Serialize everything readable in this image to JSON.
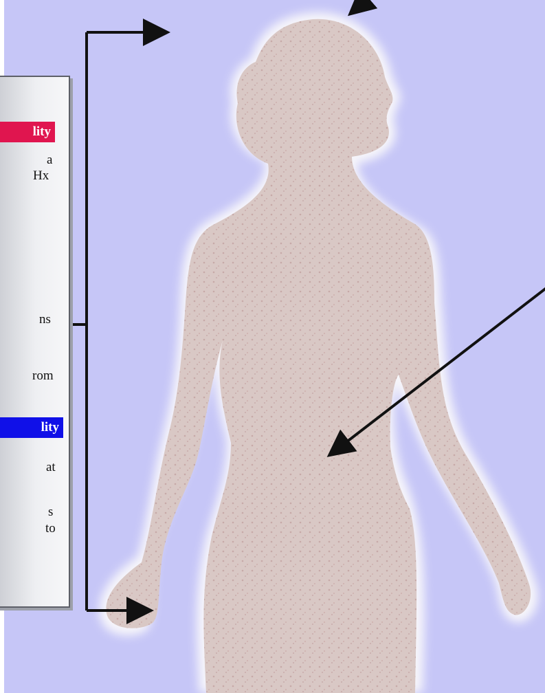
{
  "colors": {
    "background": "#c6c6f7",
    "silhouette_fill": "#d8c8c6",
    "silhouette_glow": "#f5f4f7",
    "highlight_red": "#e0154f",
    "highlight_blue": "#1010e8",
    "arrow": "#111111"
  },
  "panel": {
    "header_red": "lity",
    "red_lines": [
      "a",
      "Hx"
    ],
    "mid_lines": [
      "ns",
      "rom"
    ],
    "header_blue": "lity",
    "blue_lines": [
      "at",
      "s",
      "to"
    ]
  },
  "figure": {
    "description_icon": "female-silhouette"
  }
}
